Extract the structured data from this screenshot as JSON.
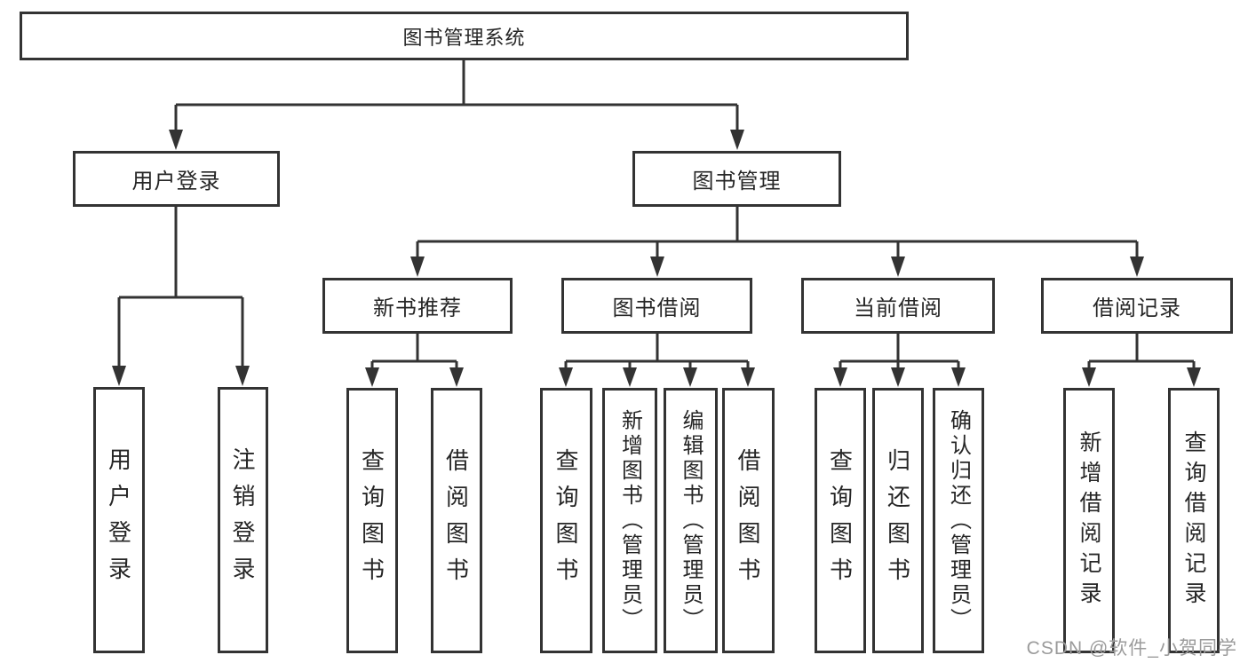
{
  "diagram": {
    "type": "hierarchy-diagram",
    "colors": {
      "line": "#333333",
      "box_border": "#333333",
      "text": "#262626",
      "background": "#ffffff",
      "watermark": "#9b9b9b"
    },
    "tree": {
      "label": "图书管理系统",
      "children": [
        {
          "label": "用户登录",
          "children": [
            {
              "label": "用户登录"
            },
            {
              "label": "注销登录"
            }
          ]
        },
        {
          "label": "图书管理",
          "children": [
            {
              "label": "新书推荐",
              "children": [
                {
                  "label": "查询图书"
                },
                {
                  "label": "借阅图书"
                }
              ]
            },
            {
              "label": "图书借阅",
              "children": [
                {
                  "label": "查询图书"
                },
                {
                  "label": "新增图书（管理员）"
                },
                {
                  "label": "编辑图书（管理员）"
                },
                {
                  "label": "借阅图书"
                }
              ]
            },
            {
              "label": "当前借阅",
              "children": [
                {
                  "label": "查询图书"
                },
                {
                  "label": "归还图书"
                },
                {
                  "label": "确认归还（管理员）"
                }
              ]
            },
            {
              "label": "借阅记录",
              "children": [
                {
                  "label": "新增借阅记录"
                },
                {
                  "label": "查询借阅记录"
                }
              ]
            }
          ]
        }
      ]
    }
  },
  "watermark": {
    "text": "CSDN @软件_小贺同学"
  }
}
